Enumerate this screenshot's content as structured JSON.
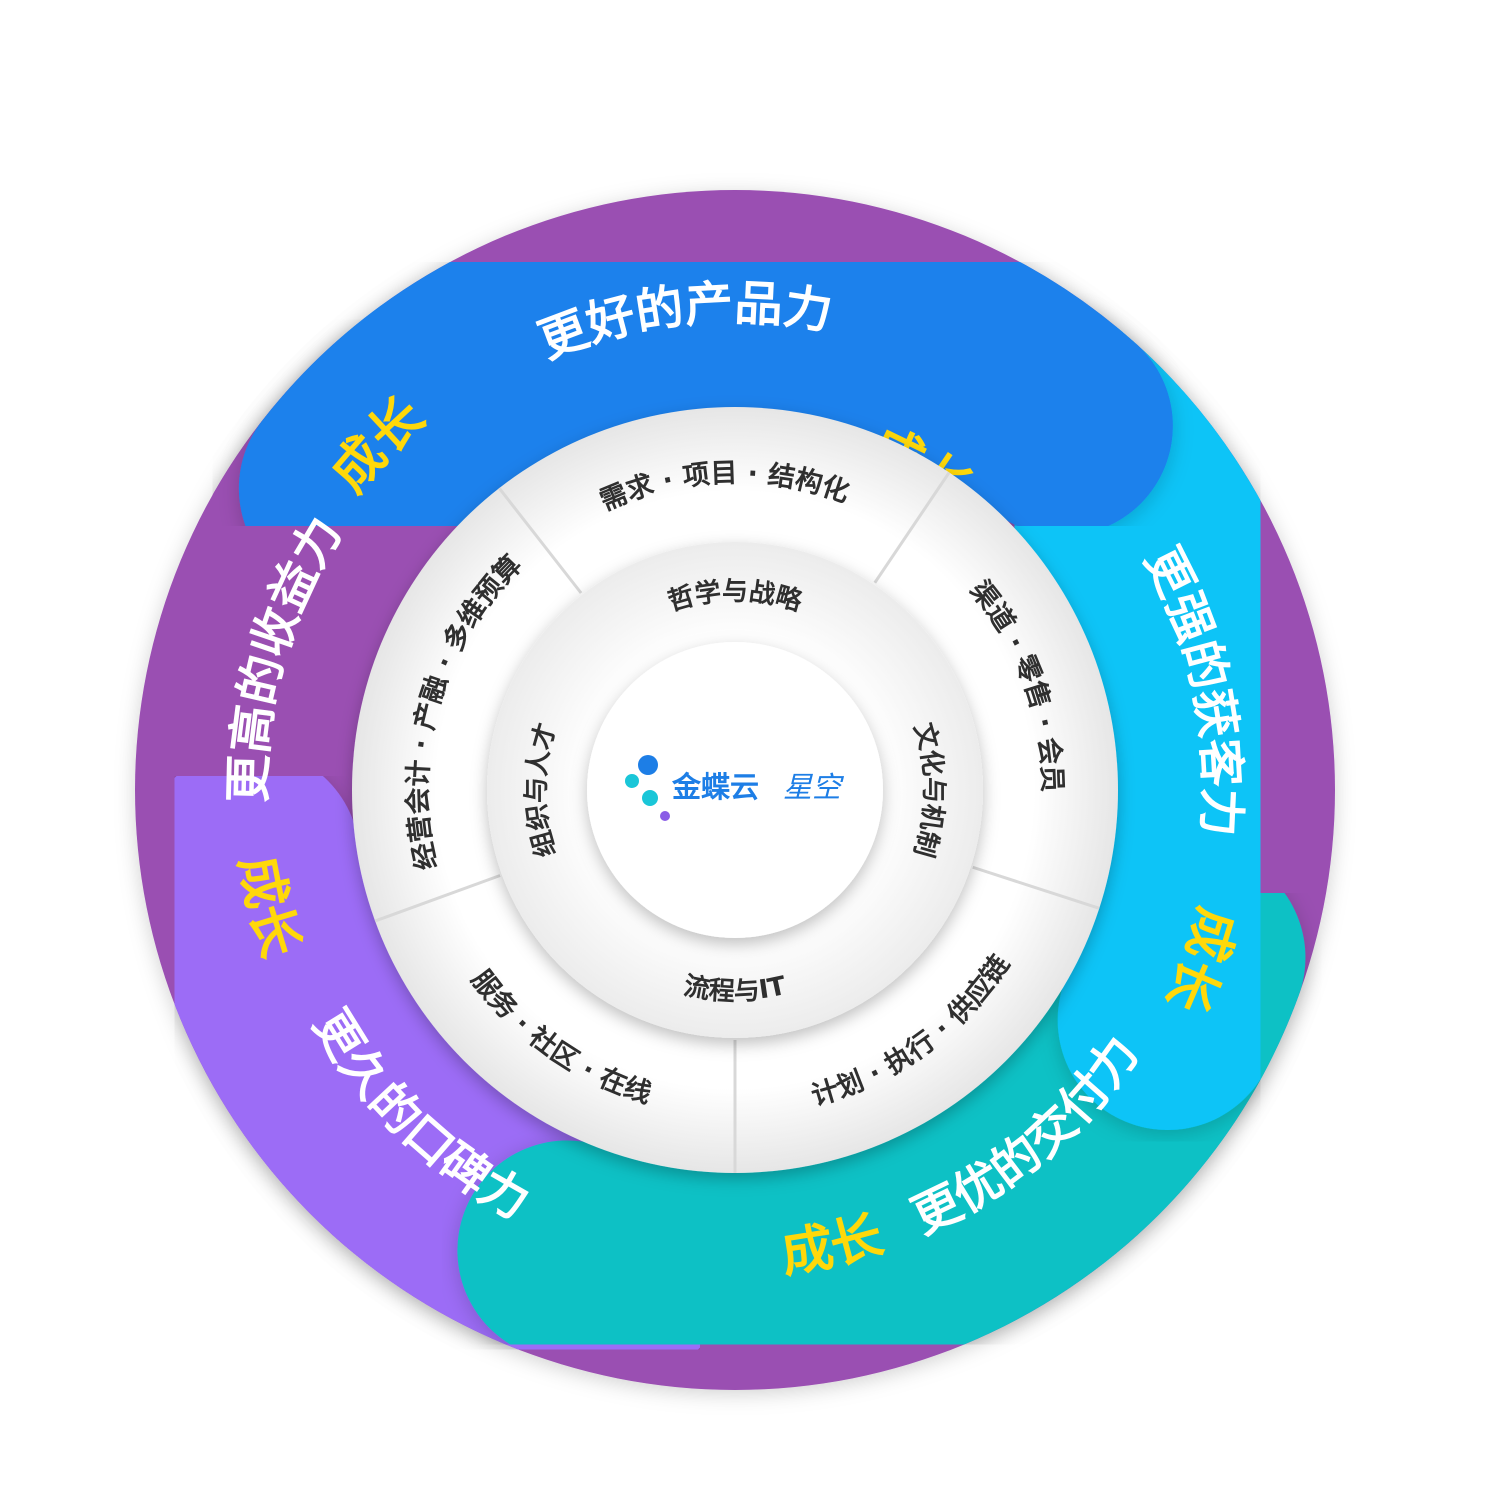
{
  "colors": {
    "product": "#1a81ec",
    "acquisition": "#08c4f7",
    "delivery": "#0ec1c5",
    "reputation": "#9c6cf6",
    "revenue": "#9a4fb2",
    "growth_text": "#ffd80a",
    "ring_text": "#2f2f2f",
    "brand_blue": "#1d7ee6",
    "brand_cyan": "#1ac6d8",
    "brand_purple": "#8a5de6"
  },
  "outer_ring": {
    "segments": [
      {
        "label": "更好的产品力",
        "growth": "成长",
        "color": "product",
        "icon": "arc-segment"
      },
      {
        "label": "更强的获客力",
        "growth": "成长",
        "color": "acquisition",
        "icon": "arc-segment"
      },
      {
        "label": "更优的交付力",
        "growth": "成长",
        "color": "delivery",
        "icon": "arc-segment"
      },
      {
        "label": "更久的口碑力",
        "growth": "成长",
        "color": "reputation",
        "icon": "arc-segment"
      },
      {
        "label": "更高的收益力",
        "growth": "成长",
        "color": "revenue",
        "icon": "arc-segment"
      }
    ]
  },
  "middle_ring": {
    "items": [
      "需求 · 项目 · 结构化",
      "渠道 · 零售 · 会员",
      "计划 · 执行 · 供应链",
      "服务 · 社区 · 在线",
      "经营会计 · 产融 · 多维预算"
    ]
  },
  "inner_ring": {
    "items": [
      "哲学与战略",
      "文化与机制",
      "流程与IT",
      "组织与人才"
    ]
  },
  "center": {
    "brand": "金蝶云",
    "product": "星空",
    "icon": "dots-logo-icon"
  }
}
